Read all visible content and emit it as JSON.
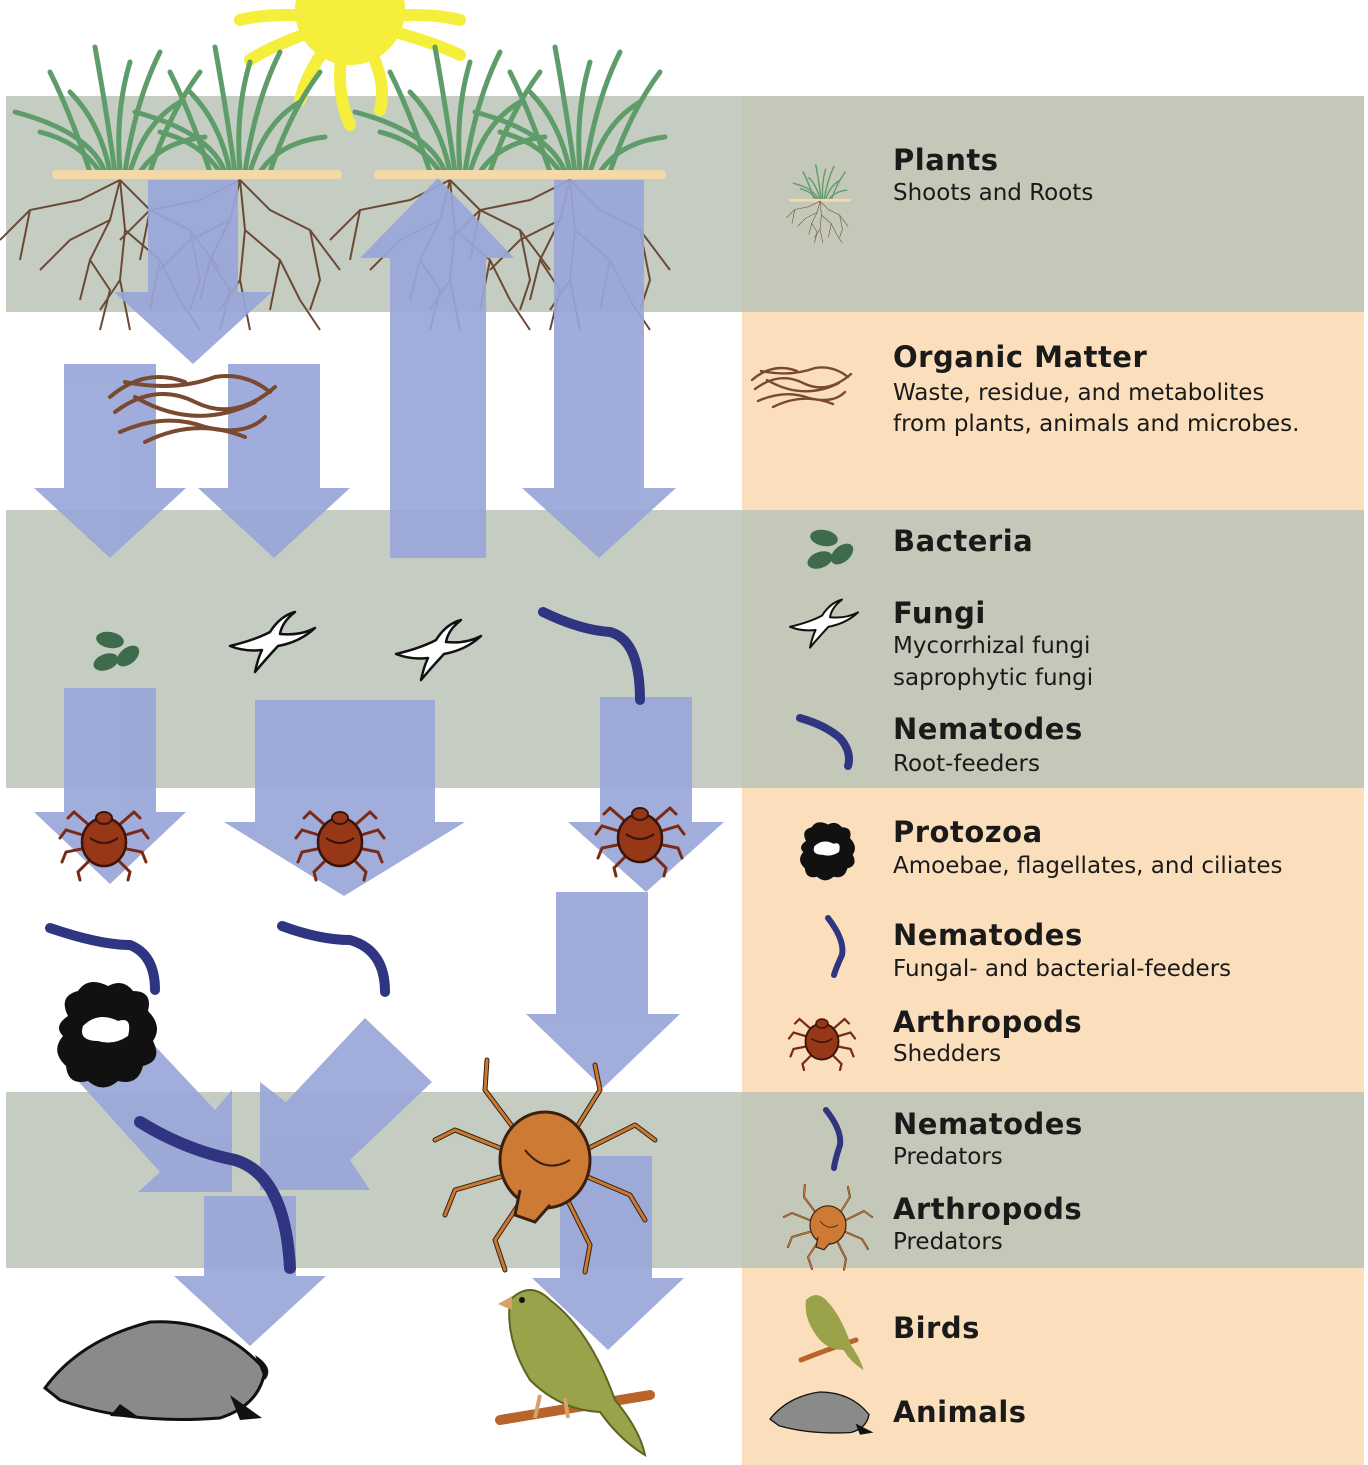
{
  "legend": {
    "plants": {
      "title": "Plants",
      "subtitle": "Shoots and Roots"
    },
    "organic_matter": {
      "title": "Organic Matter",
      "line1": "Waste, residue, and metabolites",
      "line2": "from plants, animals and microbes."
    },
    "bacteria": {
      "title": "Bacteria"
    },
    "fungi": {
      "title": "Fungi",
      "line1": "Mycorrhizal fungi",
      "line2": "saprophytic fungi"
    },
    "nematodes_root": {
      "title": "Nematodes",
      "subtitle": "Root-feeders"
    },
    "protozoa": {
      "title": "Protozoa",
      "subtitle": "Amoebae, flagellates, and ciliates"
    },
    "nematodes_fungal": {
      "title": "Nematodes",
      "subtitle": "Fungal- and bacterial-feeders"
    },
    "arthropods_shedders": {
      "title": "Arthropods",
      "subtitle": "Shedders"
    },
    "nematodes_predators": {
      "title": "Nematodes",
      "subtitle": "Predators"
    },
    "arthropods_predators": {
      "title": "Arthropods",
      "subtitle": "Predators"
    },
    "birds": {
      "title": "Birds"
    },
    "animals": {
      "title": "Animals"
    }
  },
  "colors": {
    "band_gray": "#c5cdc3",
    "band_peach": "#fbdfbc",
    "arrow": "#99a6d8",
    "grass": "#5e9c6a",
    "roots": "#6b4a35",
    "sun": "#f5ee3a",
    "bacteria": "#3e6b4c",
    "nematode": "#2f3580",
    "mite": "#8a3418",
    "spider": "#c87a35",
    "bird": "#9aa34a",
    "mole": "#8a8a8a"
  }
}
